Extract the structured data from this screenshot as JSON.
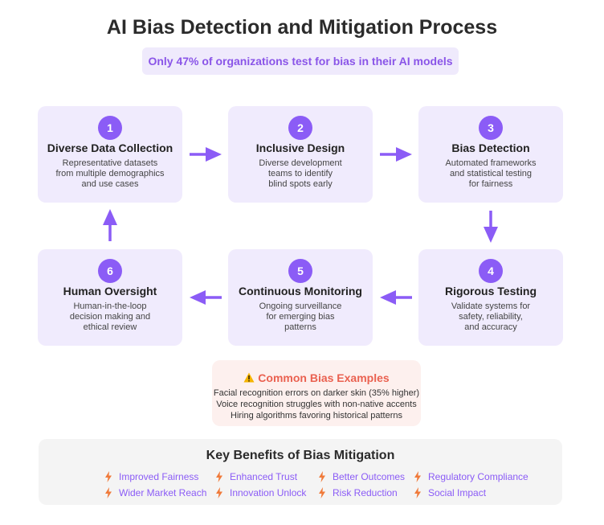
{
  "title": "AI Bias Detection and Mitigation Process",
  "subtitle": "Only 47% of organizations test for bias in their AI models",
  "steps": [
    {
      "number": "1",
      "title": "Diverse Data Collection",
      "desc": [
        "Representative datasets",
        "from multiple demographics",
        "and use cases"
      ]
    },
    {
      "number": "2",
      "title": "Inclusive Design",
      "desc": [
        "Diverse development",
        "teams to identify",
        "blind spots early"
      ]
    },
    {
      "number": "3",
      "title": "Bias Detection",
      "desc": [
        "Automated frameworks",
        "and statistical testing",
        "for fairness"
      ]
    },
    {
      "number": "4",
      "title": "Rigorous Testing",
      "desc": [
        "Validate systems for",
        "safety, reliability,",
        "and accuracy"
      ]
    },
    {
      "number": "5",
      "title": "Continuous Monitoring",
      "desc": [
        "Ongoing surveillance",
        "for emerging bias",
        "patterns"
      ]
    },
    {
      "number": "6",
      "title": "Human Oversight",
      "desc": [
        "Human-in-the-loop",
        "decision making and",
        "ethical review"
      ]
    }
  ],
  "bias_examples": {
    "icon": "warning-icon",
    "title": "Common Bias Examples",
    "items": [
      "Facial recognition errors on darker skin (35% higher)",
      "Voice recognition struggles with non-native accents",
      "Hiring algorithms favoring historical patterns"
    ]
  },
  "benefits": {
    "title": "Key Benefits of Bias Mitigation",
    "icon": "lightning-bolt-icon",
    "items": [
      "Improved Fairness",
      "Enhanced Trust",
      "Better Outcomes",
      "Regulatory Compliance",
      "Wider Market Reach",
      "Innovation Unlock",
      "Risk Reduction",
      "Social Impact"
    ]
  },
  "colors": {
    "accent": "#8b5cf6",
    "card_bg": "#f0ebfd",
    "warning": "#ea6150",
    "warning_bg": "#fdf0ee",
    "bolt": "#f07a3a"
  }
}
